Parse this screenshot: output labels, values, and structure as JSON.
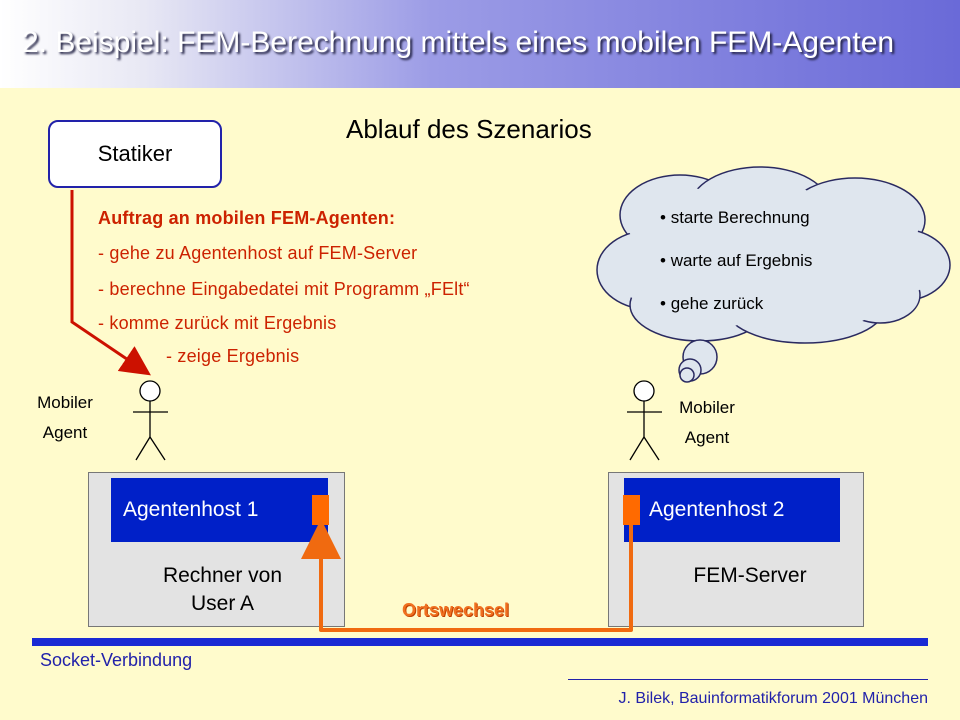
{
  "title": "2. Beispiel: FEM-Berechnung mittels eines mobilen FEM-Agenten",
  "subtitle": "Ablauf des Szenarios",
  "statiker_label": "Statiker",
  "order": {
    "heading": "Auftrag an mobilen FEM-Agenten:",
    "lines": [
      "- gehe zu Agentenhost auf FEM-Server",
      "- berechne Eingabedatei mit Programm „FElt“",
      "- komme zurück mit Ergebnis",
      "- zeige Ergebnis"
    ]
  },
  "cloud_items": [
    "starte Berechnung",
    "warte auf Ergebnis",
    "gehe zurück"
  ],
  "agent_left": {
    "line1": "Mobiler",
    "line2": "Agent"
  },
  "agent_right": {
    "line1": "Mobiler",
    "line2": "Agent"
  },
  "host_left": {
    "label": "Agentenhost 1",
    "machine_line1": "Rechner von",
    "machine_line2": "User A"
  },
  "host_right": {
    "label": "Agentenhost 2",
    "machine": "FEM-Server"
  },
  "ortswechsel": "Ortswechsel",
  "socket_label": "Socket-Verbindung",
  "footer": "J. Bilek, Bauinformatikforum 2001 München",
  "colors": {
    "header_accent": "#6a6ad8",
    "host_blue": "#0020c8",
    "order_red": "#cc2200",
    "port_orange": "#ff6a00",
    "background": "#fffbcc"
  }
}
